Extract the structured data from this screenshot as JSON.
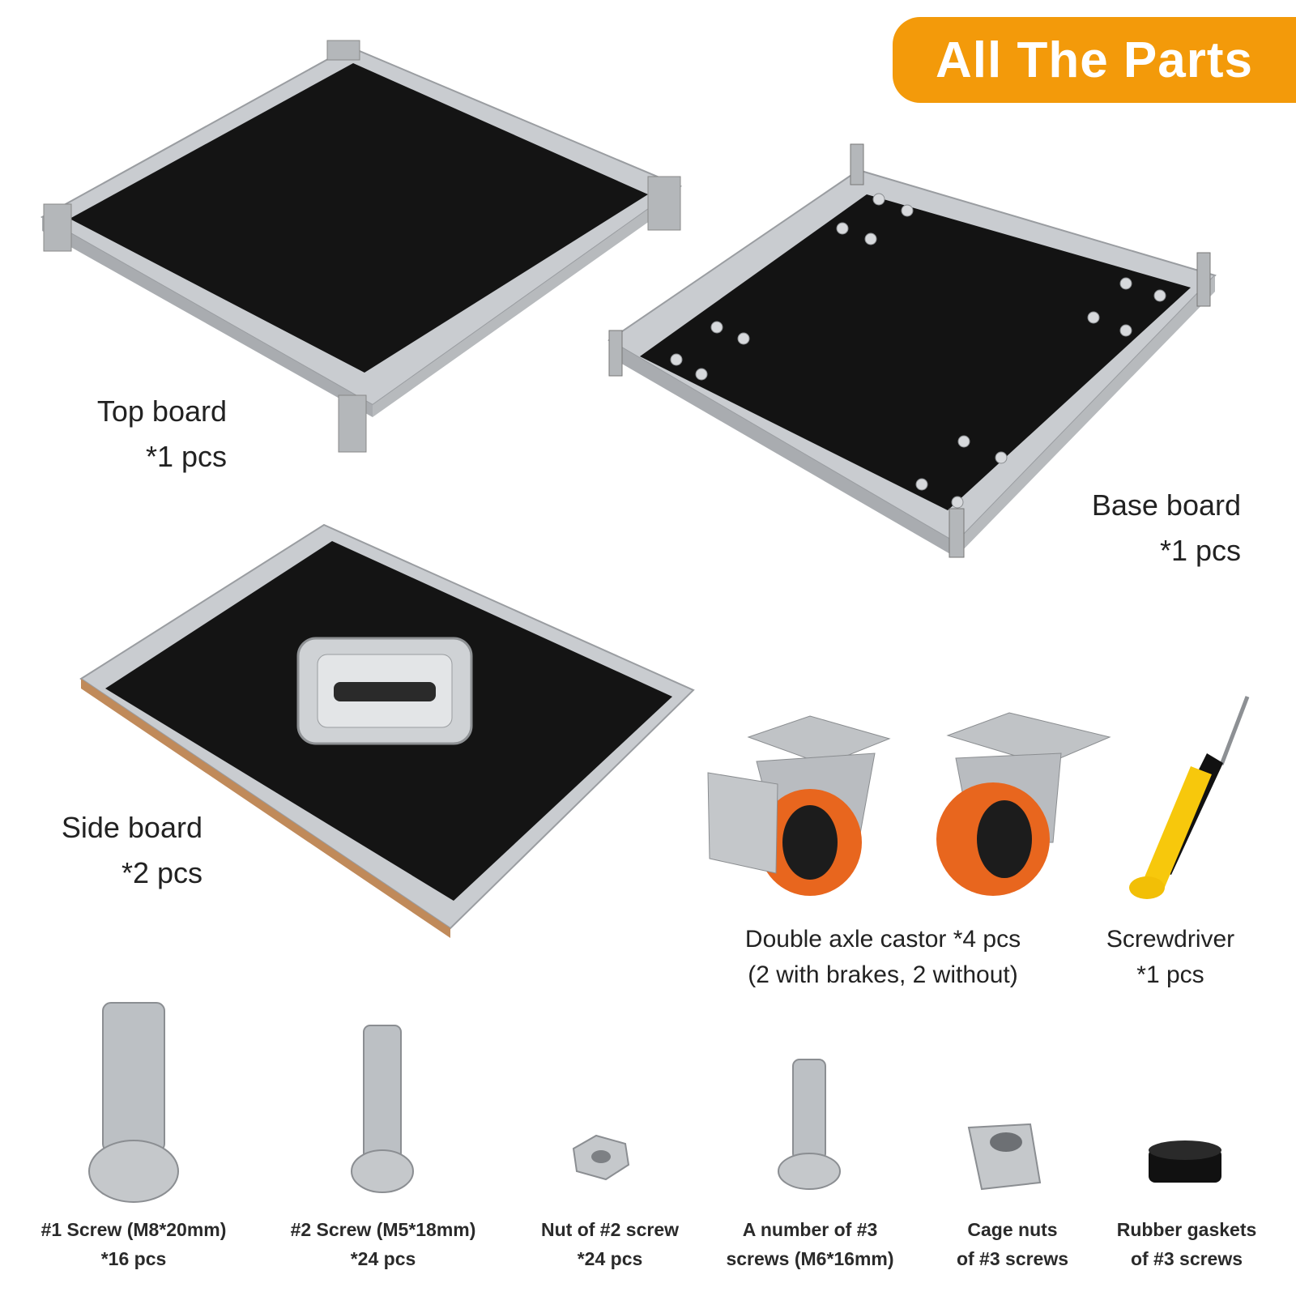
{
  "banner": {
    "title": "All The Parts",
    "color": "#f39a0a"
  },
  "parts": {
    "top_board": {
      "name": "Top board",
      "qty": "*1 pcs"
    },
    "base_board": {
      "name": "Base board",
      "qty": "*1 pcs"
    },
    "side_board": {
      "name": "Side board",
      "qty": "*2 pcs"
    },
    "castor": {
      "name": "Double axle castor *4 pcs",
      "note": "(2 with brakes, 2 without)"
    },
    "screwdriver": {
      "name": "Screwdriver",
      "qty": "*1 pcs"
    }
  },
  "hardware": [
    {
      "line1": "#1 Screw (M8*20mm)",
      "line2": "*16 pcs"
    },
    {
      "line1": "#2 Screw (M5*18mm)",
      "line2": "*24 pcs"
    },
    {
      "line1": "Nut of #2 screw",
      "line2": "*24 pcs"
    },
    {
      "line1": "A number of #3",
      "line2": "screws (M6*16mm)"
    },
    {
      "line1": "Cage nuts",
      "line2": "of #3 screws"
    },
    {
      "line1": "Rubber gaskets",
      "line2": "of #3 screws"
    }
  ],
  "colors": {
    "board": "#121212",
    "frame": "#c9ccd0",
    "castor_wheel": "#e8661e",
    "screwdriver_handle": "#f7c80c"
  }
}
